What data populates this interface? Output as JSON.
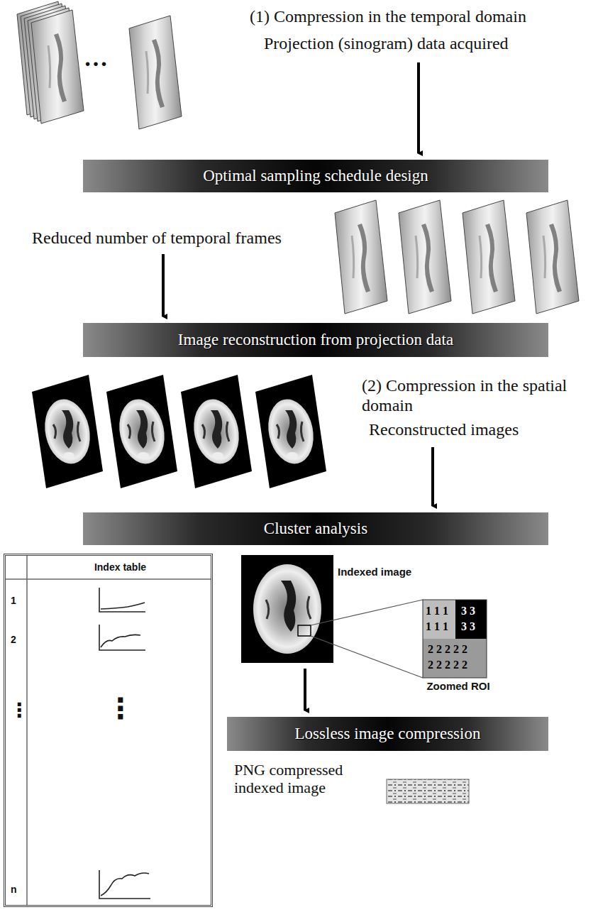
{
  "diagram": {
    "nodes": [
      {
        "text": [
          "Optimal sampling schedule design"
        ]
      },
      {
        "text": [
          "Image reconstruction from projection data"
        ]
      },
      {
        "text": [
          "Cluster analysis"
        ]
      },
      {
        "text": [
          "Index table"
        ]
      },
      {
        "text": [
          "Lossless image compression"
        ]
      }
    ],
    "labels": [
      "(1) Compression in the temporal domain",
      "Projection (sinogram) data acquired",
      "Reduced number of temporal frames",
      "(2) Compression in the spatial domain",
      "Reconstructed images",
      "1",
      "2",
      "⋮",
      "⋮",
      "n",
      "Indexed image",
      "1 1 1",
      "3 3",
      "1 1 1",
      "3 3",
      "2 2 2 2 2",
      "2 2 2 2 2",
      "Zoomed ROI",
      "PNG compressed indexed image",
      "…"
    ]
  }
}
